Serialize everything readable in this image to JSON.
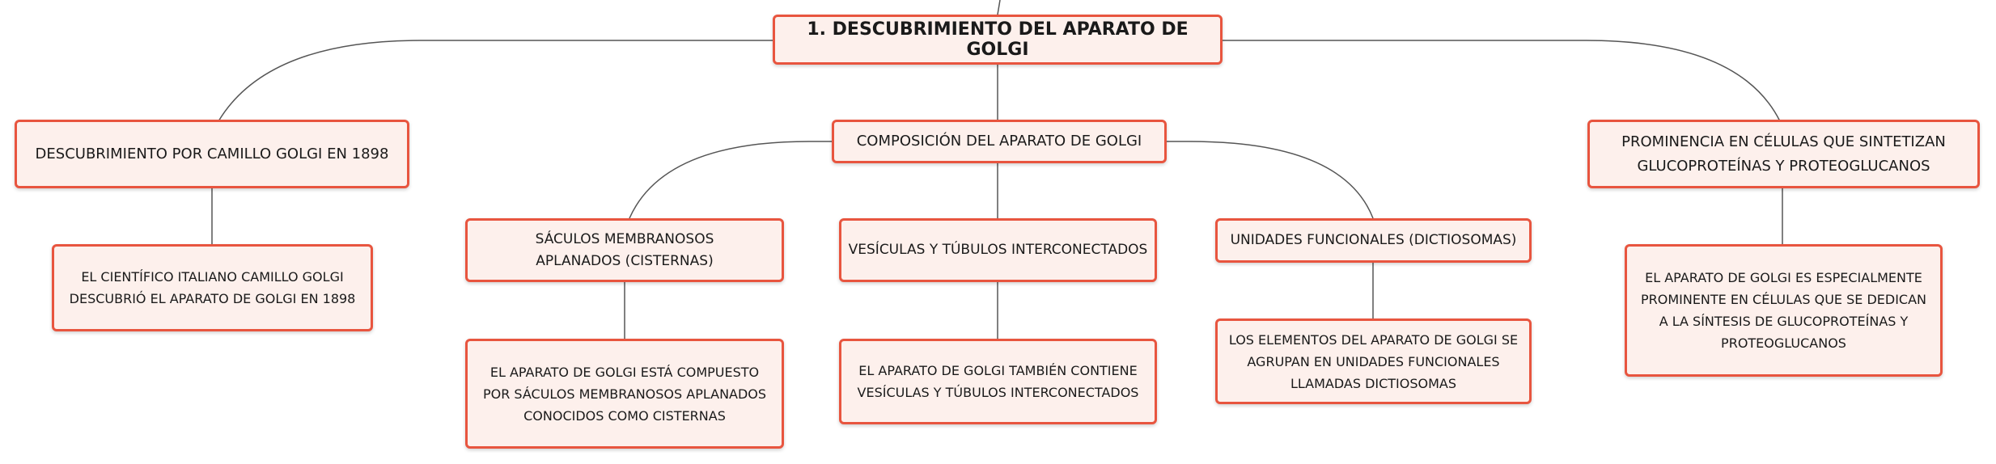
{
  "map": {
    "root": "1. DESCUBRIMIENTO DEL APARATO DE GOLGI",
    "branch_left": "DESCUBRIMIENTO POR CAMILLO GOLGI EN 1898",
    "branch_left_detail": "EL CIENTÍFICO ITALIANO CAMILLO GOLGI DESCUBRIÓ EL APARATO DE GOLGI EN 1898",
    "branch_center": "COMPOSICIÓN DEL APARATO DE GOLGI",
    "sub_cisternas": "SÁCULOS MEMBRANOSOS APLANADOS (CISTERNAS)",
    "sub_cisternas_detail": "EL APARATO DE GOLGI ESTÁ COMPUESTO POR SÁCULOS MEMBRANOSOS APLANADOS CONOCIDOS COMO CISTERNAS",
    "sub_vesiculas": "VESÍCULAS Y TÚBULOS INTERCONECTADOS",
    "sub_vesiculas_detail": "EL APARATO DE GOLGI TAMBIÉN CONTIENE VESÍCULAS Y TÚBULOS INTERCONECTADOS",
    "sub_unidades": "UNIDADES FUNCIONALES (DICTIOSOMAS)",
    "sub_unidades_detail": "LOS ELEMENTOS DEL APARATO DE GOLGI SE AGRUPAN EN UNIDADES FUNCIONALES LLAMADAS DICTIOSOMAS",
    "branch_right": "PROMINENCIA EN CÉLULAS QUE SINTETIZAN GLUCOPROTEÍNAS Y PROTEOGLUCANOS",
    "branch_right_detail": "EL APARATO DE GOLGI ES ESPECIALMENTE PROMINENTE EN CÉLULAS QUE SE DEDICAN A LA SÍNTESIS DE GLUCOPROTEÍNAS Y PROTEOGLUCANOS"
  }
}
